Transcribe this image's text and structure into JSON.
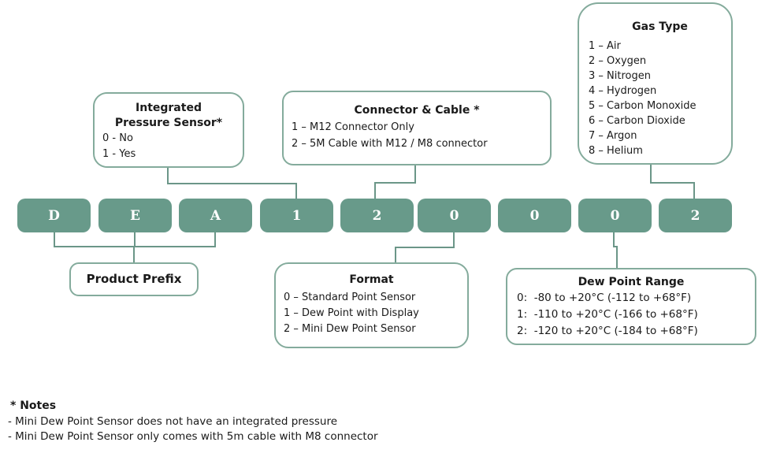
{
  "code": {
    "cells": [
      "D",
      "E",
      "A",
      "1",
      "2",
      "0",
      "0",
      "0",
      "2"
    ]
  },
  "callouts": {
    "gas_type": {
      "title": "Gas Type",
      "items": [
        "1 – Air",
        "2 – Oxygen",
        "3 – Nitrogen",
        "4 – Hydrogen",
        "5 – Carbon Monoxide",
        "6 – Carbon Dioxide",
        "7 – Argon",
        "8 – Helium"
      ]
    },
    "pressure_sensor": {
      "title_line1": "Integrated",
      "title_line2": "Pressure Sensor*",
      "items": [
        "0 - No",
        "1 - Yes"
      ]
    },
    "connector_cable": {
      "title": "Connector & Cable *",
      "items": [
        "1 – M12 Connector Only",
        "2 – 5M Cable with M12 / M8 connector"
      ]
    },
    "product_prefix": {
      "title": "Product Prefix"
    },
    "format": {
      "title": "Format",
      "items": [
        "0 – Standard Point Sensor",
        "1 – Dew Point with Display",
        "2 – Mini Dew Point Sensor"
      ]
    },
    "dew_point_range": {
      "title": "Dew Point Range",
      "items": [
        "0:  -80 to +20°C (-112 to +68°F)",
        "1:  -110 to +20°C (-166 to +68°F)",
        "2:  -120 to +20°C (-184 to +68°F)"
      ]
    }
  },
  "notes": {
    "title": "* Notes",
    "lines": [
      "- Mini Dew Point Sensor does not have an integrated pressure",
      "- Mini Dew Point Sensor only comes with 5m cable with M8 connector"
    ]
  },
  "colors": {
    "cell_fill": "#689A8A",
    "box_border": "#84AB9C",
    "line": "#6B9688",
    "text": "#1a1a1a"
  }
}
